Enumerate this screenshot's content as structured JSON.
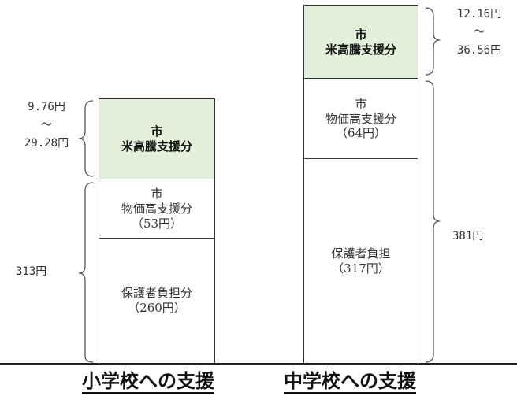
{
  "elementary": {
    "caption": "小学校への支援",
    "rice_segment": {
      "line1": "市",
      "line2": "米高騰支援分"
    },
    "price_segment": {
      "line1": "市",
      "line2": "物価高支援分",
      "line3": "（53円）"
    },
    "guardian_segment": {
      "line1": "保護者負担分",
      "line2": "（260円）"
    },
    "rice_range": {
      "min": "9.76円",
      "tilde": "～",
      "max": "29.28円"
    },
    "total": "313円"
  },
  "junior_high": {
    "caption": "中学校への支援",
    "rice_segment": {
      "line1": "市",
      "line2": "米高騰支援分"
    },
    "price_segment": {
      "line1": "市",
      "line2": "物価高支援分",
      "line3": "（64円）"
    },
    "guardian_segment": {
      "line1": "保護者負担",
      "line2": "（317円）"
    },
    "rice_range": {
      "min": "12.16円",
      "tilde": "～",
      "max": "36.56円"
    },
    "total": "381円"
  },
  "colors": {
    "rice_fill": "#e2efd9",
    "border": "#333333",
    "brace": "#555555"
  }
}
